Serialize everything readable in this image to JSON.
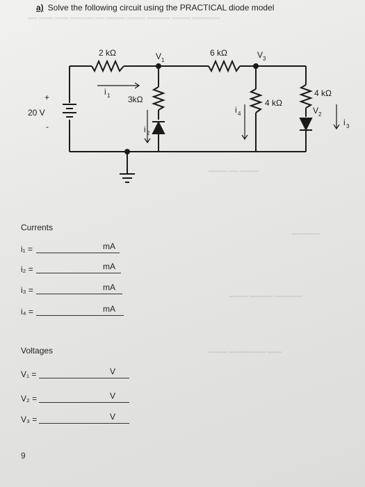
{
  "header": {
    "part_label": "a)",
    "instruction": "Solve the following circuit using the PRACTICAL diode model"
  },
  "circuit": {
    "source_voltage": "20 V",
    "source_plus": "+",
    "source_minus": "-",
    "r_2k": "2 kΩ",
    "r_6k": "6 kΩ",
    "r_3k": "3kΩ",
    "r_4k_mid": "4 kΩ",
    "r_4k_right": "4 kΩ",
    "node_v1": "V",
    "node_v1_sub": "1",
    "node_v3": "V",
    "node_v3_sub": "3",
    "node_v2": "V",
    "node_v2_sub": "2",
    "current_i1": "i",
    "current_i1_sub": "1",
    "current_i2": "i",
    "current_i2_sub": "2",
    "current_i3": "i",
    "current_i3_sub": "3",
    "current_i4": "i",
    "current_i4_sub": "4"
  },
  "currents": {
    "title": "Currents",
    "rows": [
      {
        "label": "i₁ =",
        "unit": "mA"
      },
      {
        "label": "i₂ =",
        "unit": "mA"
      },
      {
        "label": "i₃ =",
        "unit": "mA"
      },
      {
        "label": "i₄ =",
        "unit": "mA"
      }
    ]
  },
  "voltages": {
    "title": "Voltages",
    "rows": [
      {
        "label": "V₁ =",
        "unit": "V"
      },
      {
        "label": "V₂ =",
        "unit": "V"
      },
      {
        "label": "V₃ =",
        "unit": "V"
      }
    ]
  },
  "page_number": "9"
}
